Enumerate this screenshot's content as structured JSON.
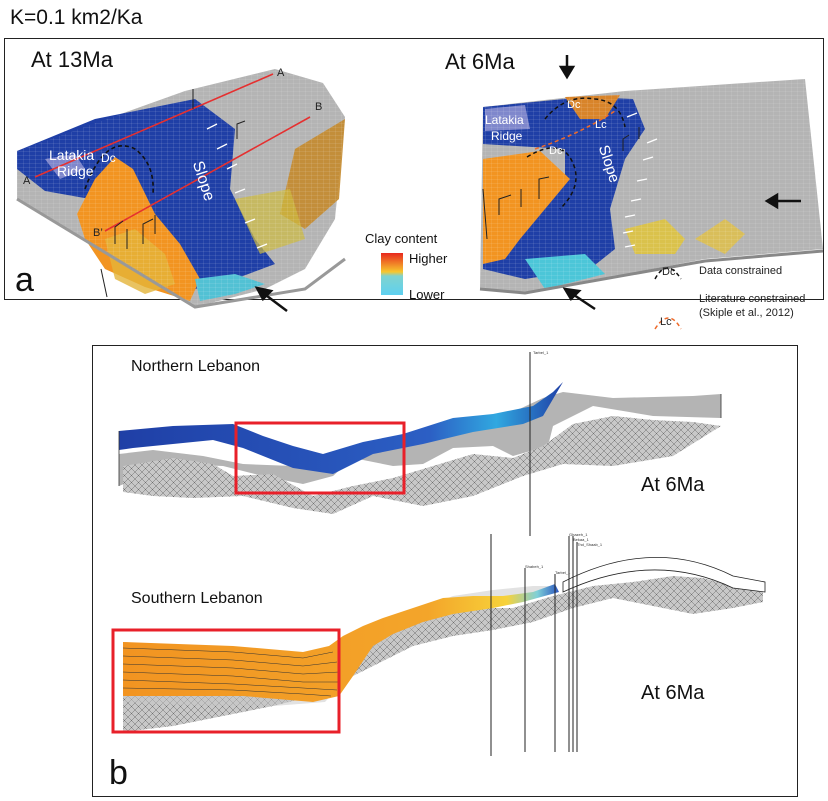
{
  "title": "K=0.1 km2/Ka",
  "panel_a": {
    "letter": "a",
    "left_map": {
      "time": "At 13Ma",
      "labels": {
        "latakia": "Latakia",
        "ridge": "Ridge",
        "slope": "Slope",
        "dc": "Dc",
        "a": "A",
        "a_prime": "A",
        "b": "B",
        "b_prime": "B’"
      }
    },
    "legend": {
      "title": "Clay content",
      "higher": "Higher",
      "lower": "Lower",
      "colors": {
        "higher": [
          "#e8281e",
          "#f48a18",
          "#f7c72e"
        ],
        "lower": [
          "#38b8d6",
          "#5ed0f0"
        ]
      }
    },
    "right_map": {
      "time": "At 6Ma",
      "labels": {
        "latakia": "Latakia",
        "ridge": "Ridge",
        "slope": "Slope",
        "dc_top": "Dc",
        "dc_left": "Dc",
        "lc": "Lc"
      }
    },
    "key": {
      "dc": "Dc",
      "dc_text": "Data constrained",
      "lc": "Lc",
      "lc_text": "Literature constrained",
      "lc_cite": "(Skiple et al., 2012)"
    }
  },
  "panel_b": {
    "letter": "b",
    "north": {
      "title": "Northern Lebanon",
      "time": "At 6Ma",
      "well": "Tarbel_1"
    },
    "south": {
      "title": "Southern Lebanon",
      "time": "At 6Ma",
      "wells": [
        "Shabeh_1",
        "Tarbel_1",
        "Ghazeh_1",
        "Bekaa_1",
        "Thd_Shaab_1"
      ]
    }
  },
  "colors": {
    "blue": "#1f3fa6",
    "grey": "#b4b4b4",
    "orange": "#f29421",
    "highlight_box": "#e8202a",
    "arrow": "#111111"
  }
}
